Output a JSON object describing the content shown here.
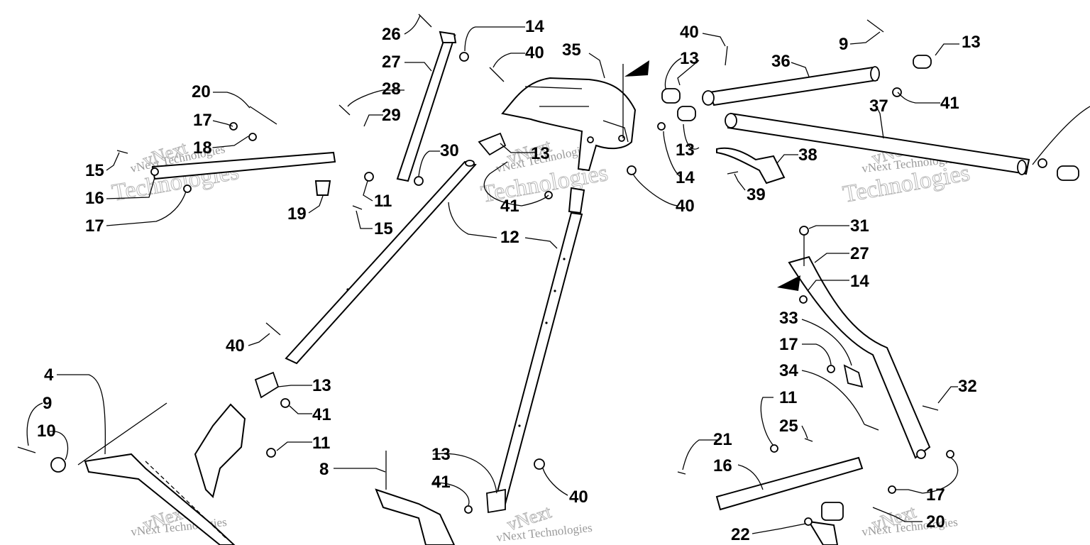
{
  "diagram": {
    "type": "exploded parts diagram",
    "watermark": {
      "line1": "vNext Technologies",
      "line2": "vNext",
      "line3": "Technologies"
    },
    "callouts": [
      "26",
      "14",
      "40",
      "27",
      "28",
      "29",
      "30",
      "35",
      "13",
      "40",
      "9",
      "13",
      "36",
      "41",
      "37",
      "20",
      "17",
      "18",
      "15",
      "16",
      "17",
      "11",
      "19",
      "15",
      "12",
      "13",
      "41",
      "40",
      "14",
      "38",
      "39",
      "12",
      "31",
      "27",
      "14",
      "33",
      "17",
      "34",
      "32",
      "11",
      "25",
      "21",
      "16",
      "17",
      "20",
      "22",
      "40",
      "4",
      "9",
      "10",
      "13",
      "41",
      "11",
      "8",
      "13",
      "41",
      "40"
    ]
  }
}
